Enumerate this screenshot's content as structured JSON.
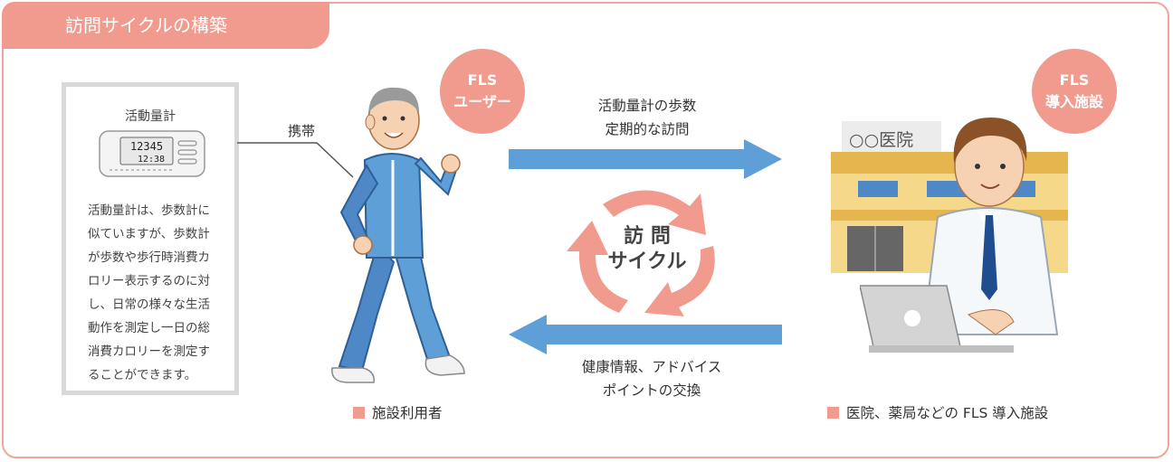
{
  "header": {
    "title": "訪問サイクルの構築"
  },
  "info_box": {
    "title": "活動量計",
    "device_display": {
      "steps": "12345",
      "time": "12:38"
    },
    "description_lines": [
      "活動量計は、歩数計に",
      "似ていますが、歩数計",
      "が歩数や歩行時消費カ",
      "ロリー表示するのに対",
      "し、日常の様々な生活",
      "動作を測定し一日の総",
      "消費カロリーを測定す",
      "ることができます。"
    ]
  },
  "user": {
    "carry_label": "携帯",
    "badge_line1": "FLS",
    "badge_line2": "ユーザー",
    "legend": "施設利用者"
  },
  "facility": {
    "sign": "○○医院",
    "badge_line1": "FLS",
    "badge_line2": "導入施設",
    "legend": "医院、薬局などの FLS 導入施設"
  },
  "arrows": {
    "top_line1": "活動量計の歩数",
    "top_line2": "定期的な訪問",
    "bottom_line1": "健康情報、アドバイス",
    "bottom_line2": "ポイントの交換"
  },
  "cycle": {
    "line1": "訪 問",
    "line2": "サイクル"
  },
  "colors": {
    "accent": "#f19b8f",
    "arrow": "#5e9fd8",
    "building": "#e6b64e"
  }
}
